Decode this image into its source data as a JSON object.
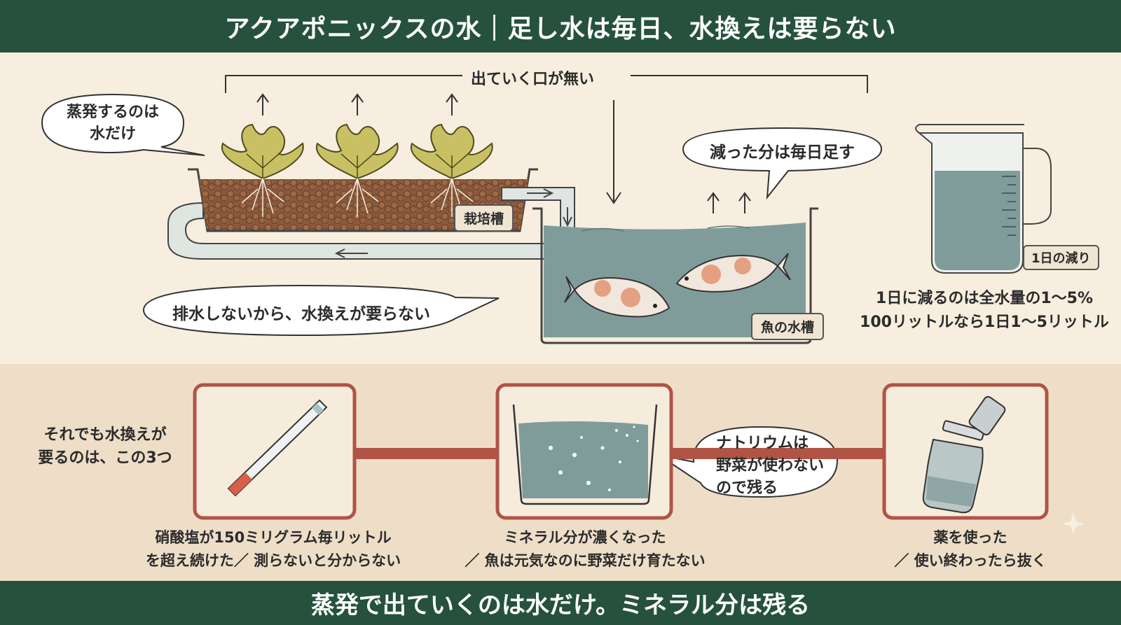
{
  "title": "アクアポニックスの水｜足し水は毎日、水換えは要らない",
  "footer": "蒸発で出ていくのは水だけ。ミネラル分は残る",
  "diagram": {
    "no_exit_label": "出ていく口が無い",
    "evaporation_bubble": [
      "蒸発するのは",
      "水だけ"
    ],
    "top_up_bubble": "減った分は毎日足す",
    "no_drain_bubble": "排水しないから、水換えが要らない",
    "grow_bed_label": "栽培槽",
    "fish_tank_label": "魚の水槽",
    "pitcher_label": "1日の減り",
    "daily_loss_lines": [
      "1日に減るのは全水量の1～5%",
      "100リットルなら1日1～5リットル"
    ]
  },
  "exceptions": {
    "intro_lines": [
      "それでも水換えが",
      "要るのは、この3つ"
    ],
    "sodium_bubble": [
      "ナトリウムは",
      "野菜が使わない",
      "ので残る"
    ],
    "cases": [
      {
        "icon": "test-strip-icon",
        "lines": [
          "硝酸塩が150ミリグラム毎リットル",
          "を超え続けた／ 測らないと分からない"
        ]
      },
      {
        "icon": "mineral-tank-icon",
        "lines": [
          "ミネラル分が濃くなった",
          "／ 魚は元気なのに野菜だけ育たない"
        ]
      },
      {
        "icon": "medicine-bottle-icon",
        "lines": [
          "薬を使った",
          "／ 使い終わったら抜く"
        ]
      }
    ]
  },
  "colors": {
    "banner": "#25513d",
    "water": "#7f9c9b",
    "frame": "#b05446",
    "leaf": "#c9c063"
  }
}
